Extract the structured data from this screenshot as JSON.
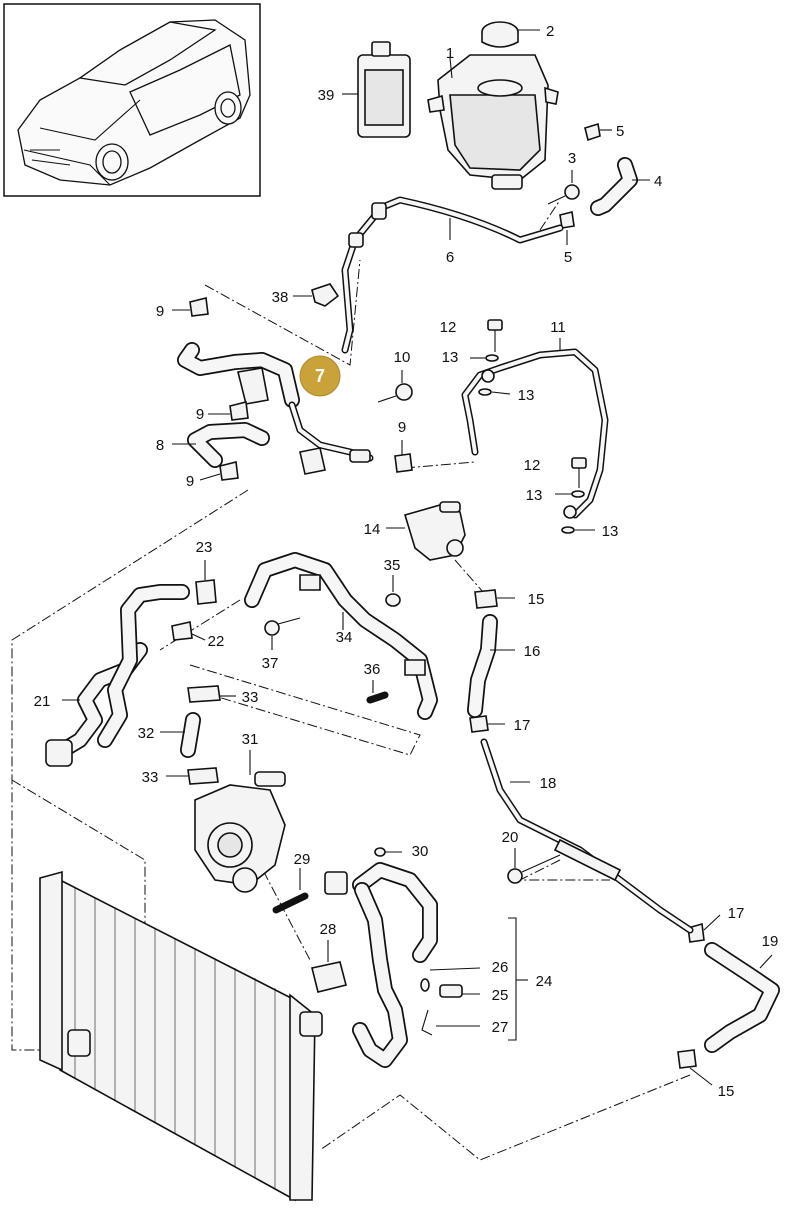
{
  "callouts": {
    "c1": "1",
    "c2": "2",
    "c3": "3",
    "c4": "4",
    "c5a": "5",
    "c5b": "5",
    "c6": "6",
    "c7": "7",
    "c8": "8",
    "c9a": "9",
    "c9b": "9",
    "c9c": "9",
    "c9d": "9",
    "c10": "10",
    "c11": "11",
    "c12a": "12",
    "c12b": "12",
    "c13a": "13",
    "c13b": "13",
    "c13c": "13",
    "c13d": "13",
    "c14": "14",
    "c15a": "15",
    "c15b": "15",
    "c16": "16",
    "c17a": "17",
    "c17b": "17",
    "c18": "18",
    "c19": "19",
    "c20": "20",
    "c21": "21",
    "c22": "22",
    "c23": "23",
    "c24": "24",
    "c25": "25",
    "c26": "26",
    "c27": "27",
    "c28": "28",
    "c29": "29",
    "c30": "30",
    "c31": "31",
    "c32": "32",
    "c33a": "33",
    "c33b": "33",
    "c34": "34",
    "c35": "35",
    "c36": "36",
    "c37": "37",
    "c38": "38",
    "c39": "39"
  },
  "colors": {
    "highlight": "#c9a23a",
    "line": "#111111",
    "part_fill": "#f4f4f4"
  },
  "highlighted_part": "7"
}
